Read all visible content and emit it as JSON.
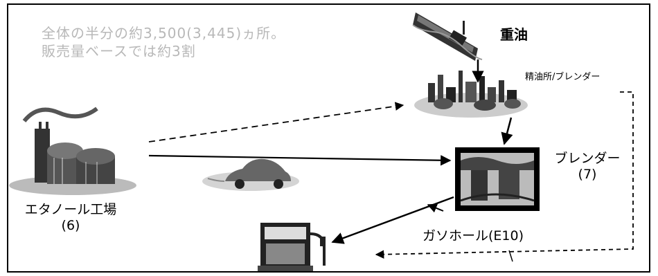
{
  "note": {
    "line1": "全体の半分の約3,500(3,445)ヵ所。",
    "line2": "販売量ベースでは約3割"
  },
  "nodes": {
    "heavy_oil": "重油",
    "refinery": "精油所/ブレンダー",
    "blender": "ブレンダー",
    "blender_count": "(7)",
    "ethanol_plant": "エタノール工場",
    "ethanol_count": "(6)",
    "gasohol": "ガソホール(E10)"
  }
}
